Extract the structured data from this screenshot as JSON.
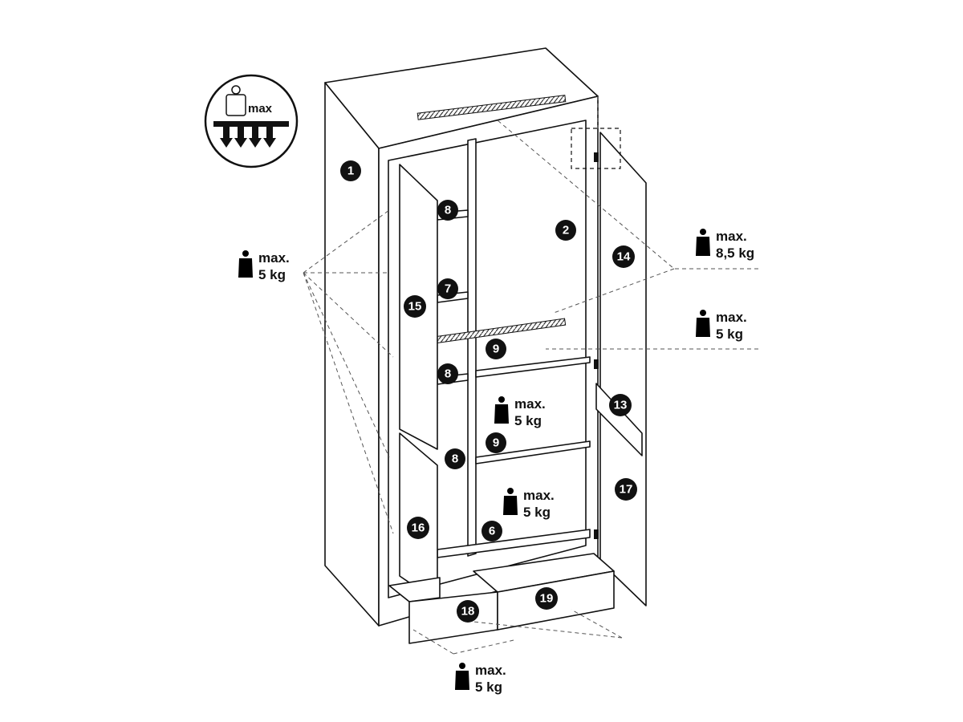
{
  "diagram": {
    "icon_label": "max",
    "parts": [
      {
        "id": "part-1",
        "label": "1"
      },
      {
        "id": "part-2",
        "label": "2"
      },
      {
        "id": "part-14",
        "label": "14"
      },
      {
        "id": "part-15",
        "label": "15"
      },
      {
        "id": "part-8a",
        "label": "8"
      },
      {
        "id": "part-7",
        "label": "7"
      },
      {
        "id": "part-9a",
        "label": "9"
      },
      {
        "id": "part-8b",
        "label": "8"
      },
      {
        "id": "part-13",
        "label": "13"
      },
      {
        "id": "part-9b",
        "label": "9"
      },
      {
        "id": "part-8c",
        "label": "8"
      },
      {
        "id": "part-17",
        "label": "17"
      },
      {
        "id": "part-16",
        "label": "16"
      },
      {
        "id": "part-6",
        "label": "6"
      },
      {
        "id": "part-18",
        "label": "18"
      },
      {
        "id": "part-19",
        "label": "19"
      }
    ],
    "weights": [
      {
        "id": "left-doors",
        "line1": "max.",
        "line2": "5 kg"
      },
      {
        "id": "top-rail",
        "line1": "max.",
        "line2": "8,5 kg"
      },
      {
        "id": "upper-shelf",
        "line1": "max.",
        "line2": "5 kg"
      },
      {
        "id": "middle-shelf",
        "line1": "max.",
        "line2": "5 kg"
      },
      {
        "id": "bottom-shelf",
        "line1": "max.",
        "line2": "5 kg"
      },
      {
        "id": "drawers",
        "line1": "max.",
        "line2": "5 kg"
      }
    ]
  }
}
